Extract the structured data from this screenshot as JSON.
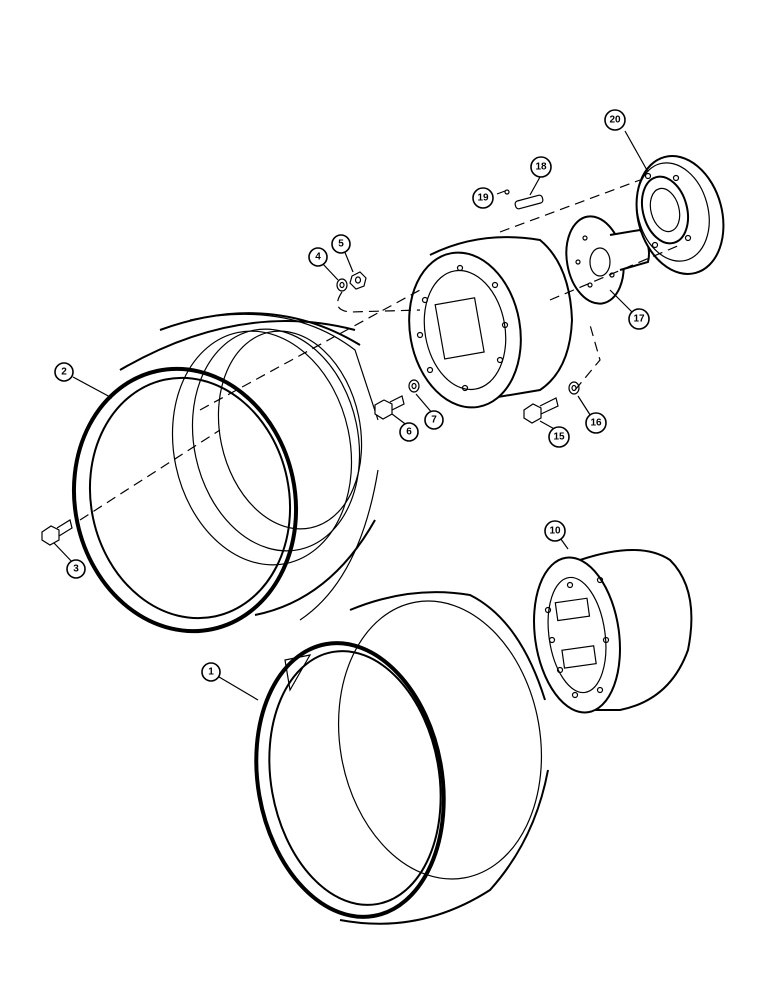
{
  "diagram": {
    "callouts": [
      "1",
      "2",
      "3",
      "4",
      "5",
      "6",
      "7",
      "10",
      "15",
      "16",
      "17",
      "18",
      "19",
      "20"
    ],
    "colors": {
      "ink": "#000000",
      "paper": "#ffffff"
    }
  }
}
